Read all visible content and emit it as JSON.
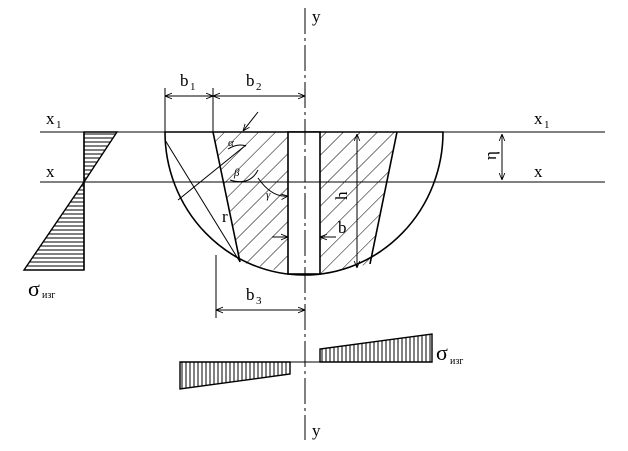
{
  "labels": {
    "y_top": "y",
    "y_bottom": "y",
    "x1_left": "x",
    "x1_left_sub": "1",
    "x1_right": "x",
    "x1_right_sub": "1",
    "x_left": "x",
    "x_right": "x",
    "b1": "b",
    "b1_sub": "1",
    "b2": "b",
    "b2_sub": "2",
    "b3": "b",
    "b3_sub": "3",
    "b": "b",
    "h": "h",
    "eta": "η",
    "r": "r",
    "alpha": "α",
    "beta": "β",
    "gamma": "γ",
    "sigma_left": "σ",
    "sigma_left_sub": "изг",
    "sigma_right": "σ",
    "sigma_right_sub": "изг"
  }
}
